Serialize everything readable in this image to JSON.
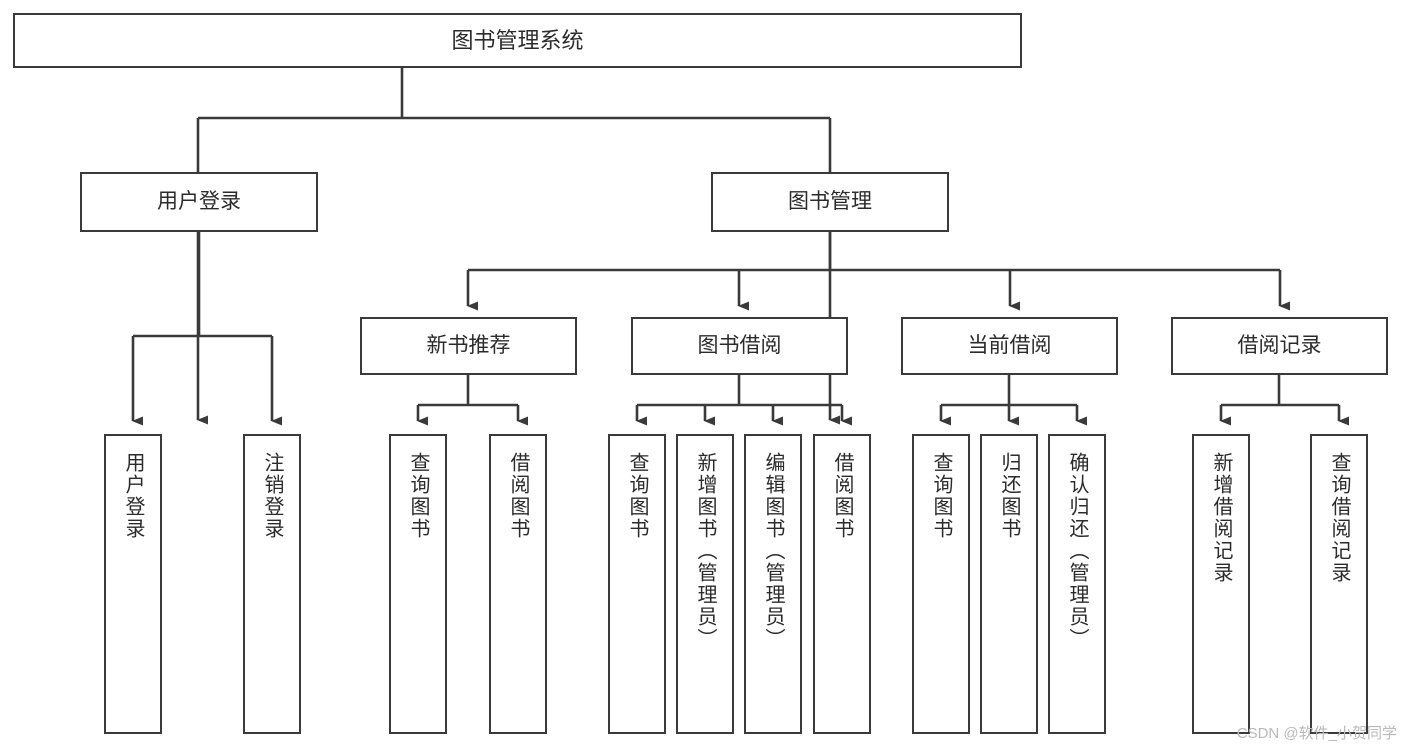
{
  "diagram": {
    "type": "tree-hierarchy-chart",
    "title": "图书管理系统",
    "colors": {
      "stroke": "#3a3a3a",
      "fill": "#ffffff",
      "text": "#2b2b2b",
      "watermark": "#b9b9b9"
    },
    "root": {
      "label": "图书管理系统"
    },
    "level2": [
      {
        "label": "用户登录"
      },
      {
        "label": "图书管理"
      }
    ],
    "level3": [
      {
        "label": "新书推荐"
      },
      {
        "label": "图书借阅"
      },
      {
        "label": "当前借阅"
      },
      {
        "label": "借阅记录"
      }
    ],
    "leaves": {
      "user_login": [
        {
          "label": "用户登录"
        },
        {
          "label": "注销登录"
        }
      ],
      "new_book_recommend": [
        {
          "label": "查询图书"
        },
        {
          "label": "借阅图书"
        }
      ],
      "book_borrow": [
        {
          "label": "查询图书"
        },
        {
          "label": "新增图书（管理员）"
        },
        {
          "label": "编辑图书（管理员）"
        },
        {
          "label": "借阅图书"
        }
      ],
      "current_borrow": [
        {
          "label": "查询图书"
        },
        {
          "label": "归还图书"
        },
        {
          "label": "确认归还（管理员）"
        }
      ],
      "borrow_record": [
        {
          "label": "新增借阅记录"
        },
        {
          "label": "查询借阅记录"
        }
      ]
    }
  },
  "watermark": {
    "text": "CSDN @软件_小贺同学"
  }
}
